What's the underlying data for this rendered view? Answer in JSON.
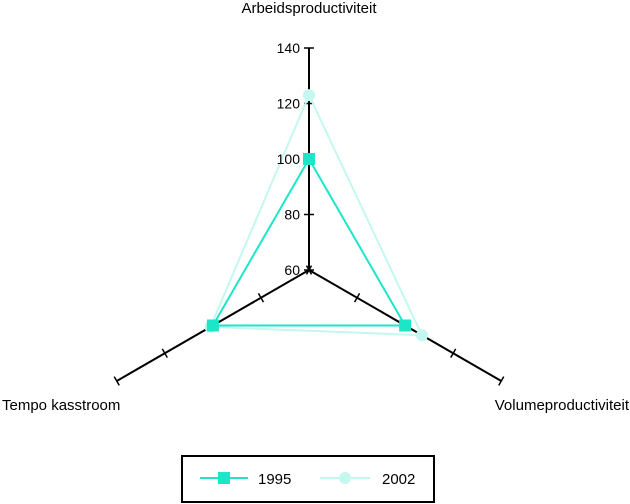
{
  "chart_data": {
    "type": "radar",
    "axes": [
      "Arbeidsproductiviteit",
      "Volumeproductiviteit",
      "Tempo kasstroom"
    ],
    "range": [
      60,
      140
    ],
    "ticks": [
      60,
      80,
      100,
      120,
      140
    ],
    "tick_labels": [
      "60",
      "80",
      "100",
      "120",
      "140"
    ],
    "grid": false,
    "legend_position": "bottom-center",
    "series": [
      {
        "name": "1995",
        "values": [
          100,
          100,
          100
        ],
        "color": "#1be6c8",
        "marker": "square"
      },
      {
        "name": "2002",
        "values": [
          123,
          107,
          101
        ],
        "color": "#c4f7ef",
        "marker": "circle"
      }
    ]
  }
}
